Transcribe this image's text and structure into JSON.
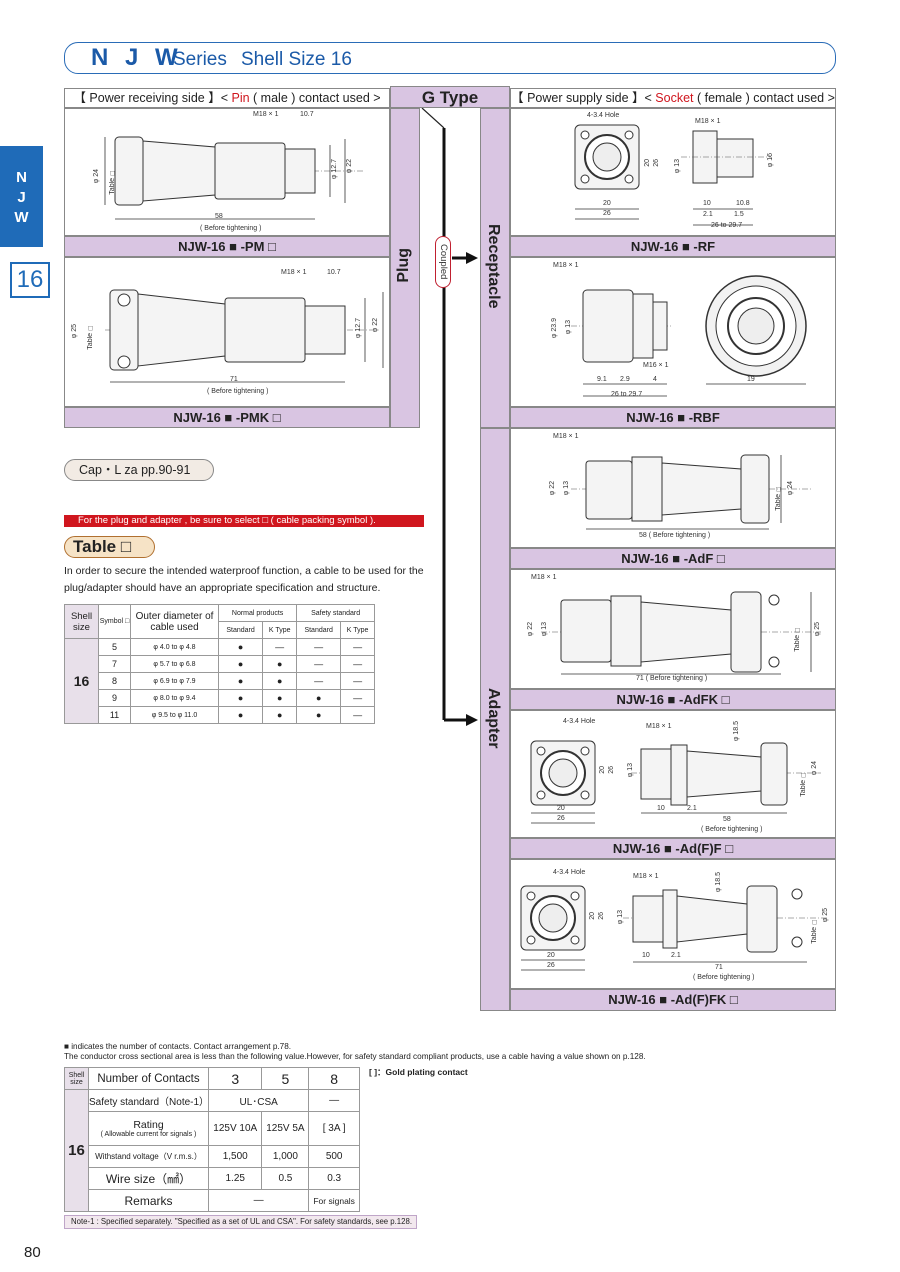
{
  "header": {
    "series_code": "N J W",
    "series_word": "Series",
    "shell_size": "Shell Size 16"
  },
  "side_tab": {
    "label_lines": [
      "N",
      "J",
      "W"
    ],
    "size": "16"
  },
  "top": {
    "left_label_pre": "【 Power receiving side 】< ",
    "left_label_red": "Pin",
    "left_label_post": " ( male ) contact used >",
    "gtype": "G Type",
    "right_label_pre": "【 Power supply side 】< ",
    "right_label_red": "Socket",
    "right_label_post": " ( female ) contact used >"
  },
  "columns": {
    "plug": "Plug",
    "coupled": "Coupled",
    "receptacle": "Receptacle",
    "adapter": "Adapter"
  },
  "models": {
    "pm": "NJW-16 ■ -PM □",
    "pmk": "NJW-16 ■ -PMK □",
    "rf": "NJW-16 ■ -RF",
    "rbf": "NJW-16 ■ -RBF",
    "adf": "NJW-16 ■ -AdF □",
    "adfk": "NJW-16 ■ -AdFK □",
    "adff": "NJW-16 ■ -Ad(F)F □",
    "adffk": "NJW-16 ■ -Ad(F)FK □"
  },
  "dims": {
    "pm": {
      "m": "M18 × 1",
      "a": "10.7",
      "d24": "φ 24",
      "table": "Table □",
      "d127": "φ 12.7",
      "d22": "φ 22",
      "len": "58",
      "bt": "( Before tightening )"
    },
    "pmk": {
      "m": "M18 × 1",
      "a": "10.7",
      "d25": "φ 25",
      "table": "Table □",
      "d127": "φ 12.7",
      "d22": "φ 22",
      "len": "71",
      "bt": "( Before tightening )"
    },
    "rf": {
      "hole": "4-3.4 Hole",
      "m": "M18 × 1",
      "d13": "φ 13",
      "d16": "φ 16",
      "w20": "20",
      "w26": "26",
      "h20": "20",
      "h26": "26",
      "a10": "10",
      "a108": "10.8",
      "a21": "2.1",
      "a15": "1.5",
      "range": "26 to 29.7"
    },
    "rbf": {
      "m": "M18 × 1",
      "d239": "φ 23.9",
      "d13": "φ 13",
      "m16": "M16 × 1",
      "a91": "9.1",
      "a29": "2.9",
      "a4": "4",
      "a19": "19",
      "range": "26 to 29.7"
    },
    "adf": {
      "m": "M18 × 1",
      "d22": "φ 22",
      "d13": "φ 13",
      "table": "Table □",
      "d24": "φ 24",
      "len": "58 ( Before tightening )"
    },
    "adfk": {
      "m": "M18 × 1",
      "d22": "φ 22",
      "d13": "φ 13",
      "table": "Table □",
      "d25": "φ 25",
      "len": "71 ( Before tightening )"
    },
    "adff": {
      "hole": "4-3.4 Hole",
      "m": "M18 × 1",
      "d185": "φ 18.5",
      "d13": "φ 13",
      "table": "Table □",
      "d24": "φ 24",
      "w20": "20",
      "w26": "26",
      "h20": "20",
      "h26": "26",
      "a10": "10",
      "a21": "2.1",
      "len": "58",
      "bt": "( Before tightening )"
    },
    "adffk": {
      "hole": "4-3.4 Hole",
      "m": "M18 × 1",
      "d185": "φ 18.5",
      "d13": "φ 13",
      "table": "Table □",
      "d25": "φ 25",
      "w20": "20",
      "w26": "26",
      "h20": "20",
      "h26": "26",
      "a10": "10",
      "a21": "2.1",
      "len": "71",
      "bt": "( Before tightening )"
    }
  },
  "cap_link": "Cap・L za   pp.90-91",
  "red_note": "For the plug and adapter , be sure to select □ ( cable packing symbol ).",
  "table_button": "Table □",
  "paragraph": "In order to secure the intended waterproof function, a cable to be used for the plug/adapter should have an appropriate specification and structure.",
  "cable_table": {
    "h_shell": "Shell size",
    "h_symbol": "Symbol □",
    "h_outer": "Outer diameter of cable used",
    "h_normal": "Normal products",
    "h_safety": "Safety standard",
    "h_standard": "Standard",
    "h_ktype": "K Type",
    "size": "16",
    "rows": [
      {
        "sym": "5",
        "dia": "φ  4.0 to  φ  4.8",
        "ns": "●",
        "nk": "—",
        "ss": "—",
        "sk": "—"
      },
      {
        "sym": "7",
        "dia": "φ  5.7 to  φ  6.8",
        "ns": "●",
        "nk": "●",
        "ss": "—",
        "sk": "—"
      },
      {
        "sym": "8",
        "dia": "φ  6.9 to  φ  7.9",
        "ns": "●",
        "nk": "●",
        "ss": "—",
        "sk": "—"
      },
      {
        "sym": "9",
        "dia": "φ  8.0 to  φ  9.4",
        "ns": "●",
        "nk": "●",
        "ss": "●",
        "sk": "—"
      },
      {
        "sym": "11",
        "dia": "φ  9.5 to  φ  11.0",
        "ns": "●",
        "nk": "●",
        "ss": "●",
        "sk": "—"
      }
    ]
  },
  "notes": {
    "line1": "■ indicates the number of contacts.  Contact arrangement p.78.",
    "line2": "The conductor cross sectional area is less than the following value.However, for safety standard compliant products, use a cable having a value shown on p.128."
  },
  "contact_table": {
    "h_shell": "Shell size",
    "h_contacts": "Number of Contacts",
    "cols": [
      "3",
      "5",
      "8"
    ],
    "size": "16",
    "safety_label": "Safety standard（Note-1）",
    "safety_35": "UL･CSA",
    "safety_8": "—",
    "rating_label": "Rating",
    "rating_sub": "( Allowable current for signals )",
    "rating": [
      "125V 10A",
      "125V 5A",
      "[ 3A ]"
    ],
    "withstand_label": "Withstand voltage（V r.m.s.）",
    "withstand": [
      "1,500",
      "1,000",
      "500"
    ],
    "wire_label": "Wire size（㎟）",
    "wire": [
      "1.25",
      "0.5",
      "0.3"
    ],
    "remarks_label": "Remarks",
    "remarks_35": "—",
    "remarks_8": "For signals"
  },
  "gold_note": "[   ]：Gold plating contact",
  "note_1": "Note-1 : Specified separately. \"Specified as a set of UL and CSA\". For safety standards, see p.128.",
  "page_number": "80"
}
